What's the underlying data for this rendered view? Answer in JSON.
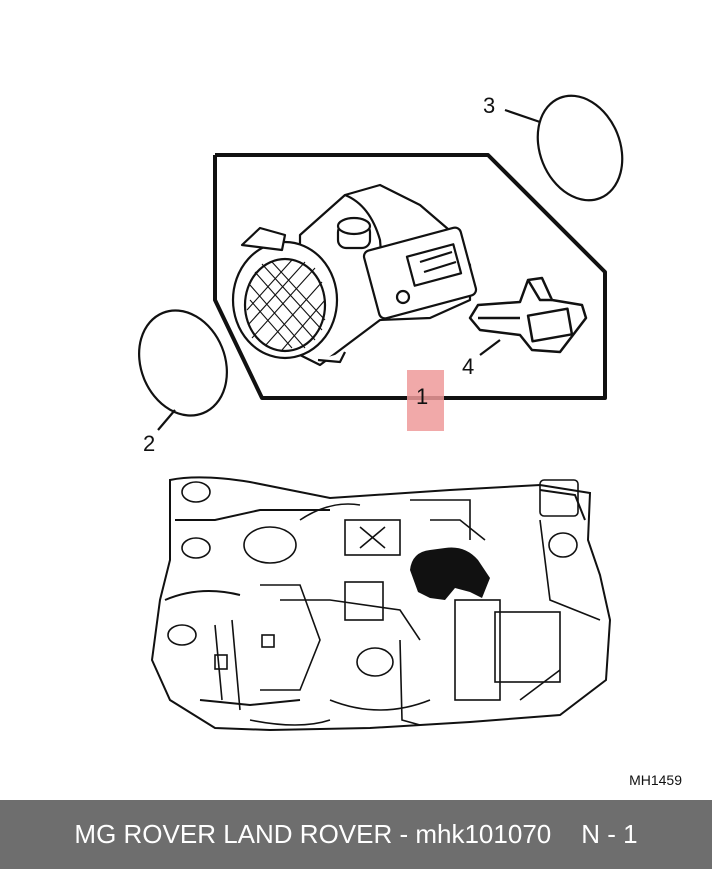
{
  "diagram": {
    "callouts": {
      "part1": "1",
      "part2": "2",
      "part3": "3",
      "part4": "4"
    },
    "reference_code": "MH1459",
    "highlight_color": "#ef9a9a"
  },
  "footer": {
    "title": "MG ROVER LAND ROVER - mhk101070",
    "page": "N - 1",
    "background_color": "#6e6e6e"
  }
}
